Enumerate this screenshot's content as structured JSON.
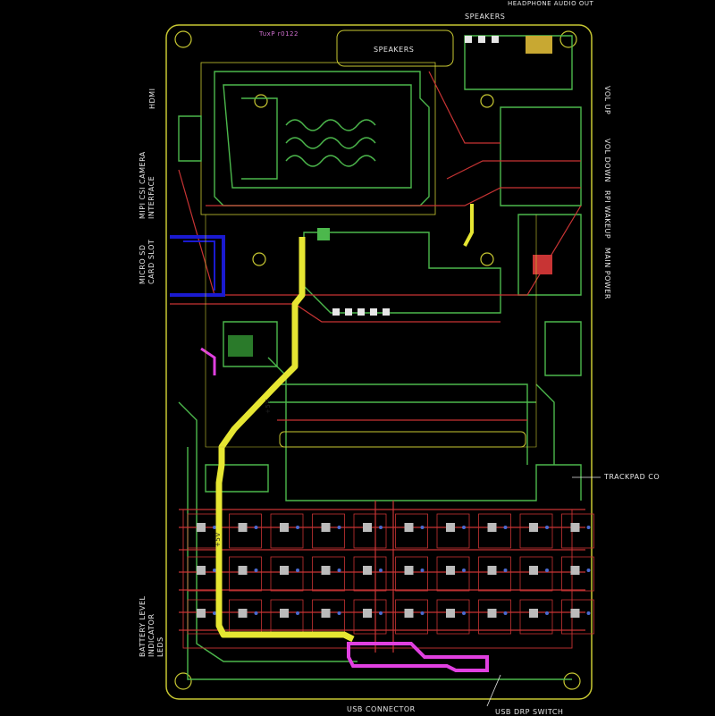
{
  "labels": {
    "headphone": "HEADPHONE AUDIO OUT",
    "speakers_top": "SPEAKERS",
    "speakers_box": "SPEAKERS",
    "board_id": "TuxP r0122",
    "hdmi": "HDMI",
    "mipi_csi": "MIPI CSI CAMERA INTERFACE",
    "micro_sd": "MICRO SD CARD SLOT",
    "battery_leds": "BATTERY LEVEL INDICATOR LEDS",
    "vol_up": "VOL UP",
    "vol_down": "VOL DOWN",
    "rpi_wakeup": "RPI WAKEUP",
    "main_power": "MAIN POWER",
    "trackpad": "TRACKPAD CO",
    "usb_connector": "USB CONNECTOR",
    "usb_drp": "USB DRP SWITCH",
    "trace_5v_a": "+5V",
    "trace_5v_b": "+5V"
  },
  "colors": {
    "background": "#000000",
    "outline": "#c8c832",
    "copper_front": "#c83434",
    "copper_back": "#4cb84c",
    "power_trace": "#e6e632",
    "via_pink": "#e040e0",
    "silkscreen": "#e6e6e6",
    "blue_layer": "#1a1ad0"
  }
}
